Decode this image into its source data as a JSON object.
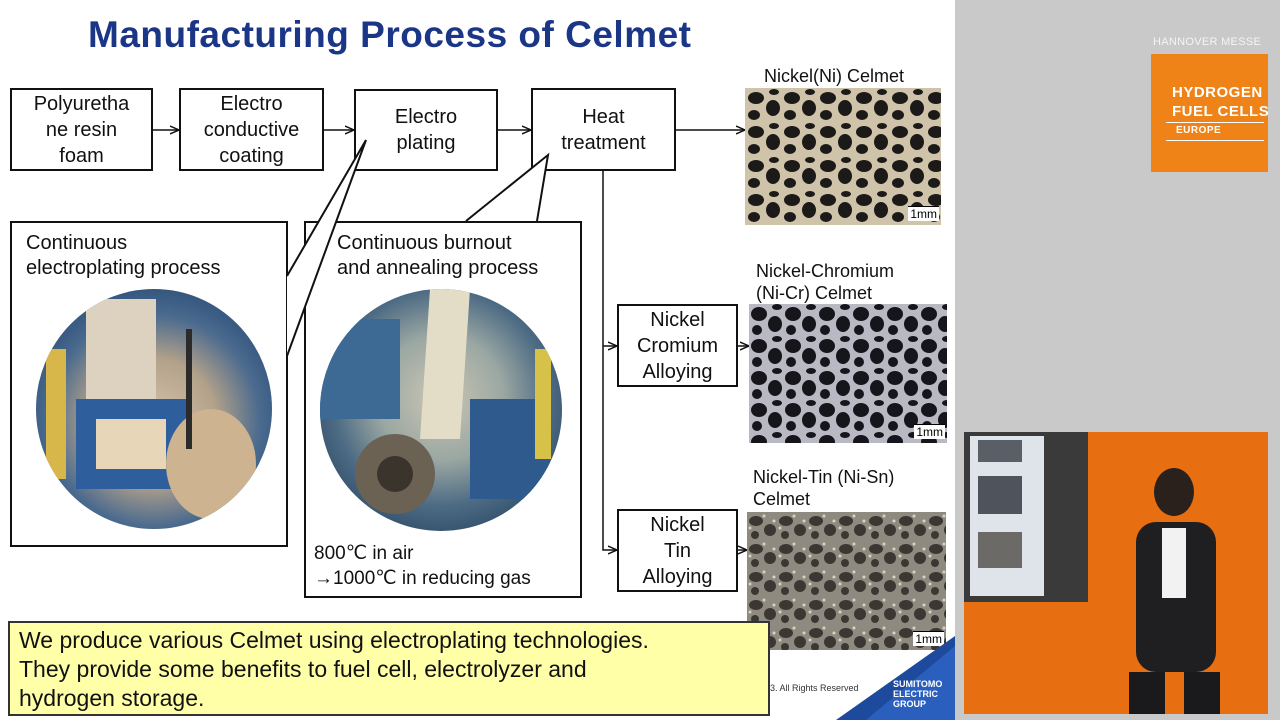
{
  "slide": {
    "title": "Manufacturing Process of Celmet",
    "steps": [
      {
        "label": "Polyuretha\nne resin\nfoam"
      },
      {
        "label": "Electro\nconductive\ncoating"
      },
      {
        "label": "Electro\nplating"
      },
      {
        "label": "Heat\ntreatment"
      }
    ],
    "panel_electroplating": {
      "text": "Continuous\nelectroplating process"
    },
    "panel_burnout": {
      "text": "Continuous burnout\nand annealing process",
      "temps": "800℃ in air\n→1000℃ in reducing gas"
    },
    "alloying": [
      {
        "label": "Nickel\nCromium\nAlloying"
      },
      {
        "label": "Nickel\nTin\nAlloying"
      }
    ],
    "products": [
      {
        "caption": "Nickel(Ni) Celmet",
        "scale": "1mm"
      },
      {
        "caption": "Nickel-Chromium\n(Ni-Cr) Celmet",
        "scale": "1mm"
      },
      {
        "caption": "Nickel-Tin (Ni-Sn)\nCelmet",
        "scale": "1mm"
      }
    ],
    "footnote": "We produce various Celmet using electroplating technologies.\nThey provide some benefits to fuel cell, electrolyzer and\nhydrogen storage.",
    "copyright": "3. All Rights Reserved",
    "company": "SUMITOMO\nELECTRIC\nGROUP"
  },
  "side": {
    "fair": "HANNOVER MESSE",
    "logo_title": "HYDROGEN\nFUEL CELLS",
    "logo_sub": "EUROPE"
  },
  "colors": {
    "title": "#1b3687",
    "footnote_bg": "#ffffa8",
    "logo": "#f08318",
    "video_bg": "#e86e12"
  }
}
